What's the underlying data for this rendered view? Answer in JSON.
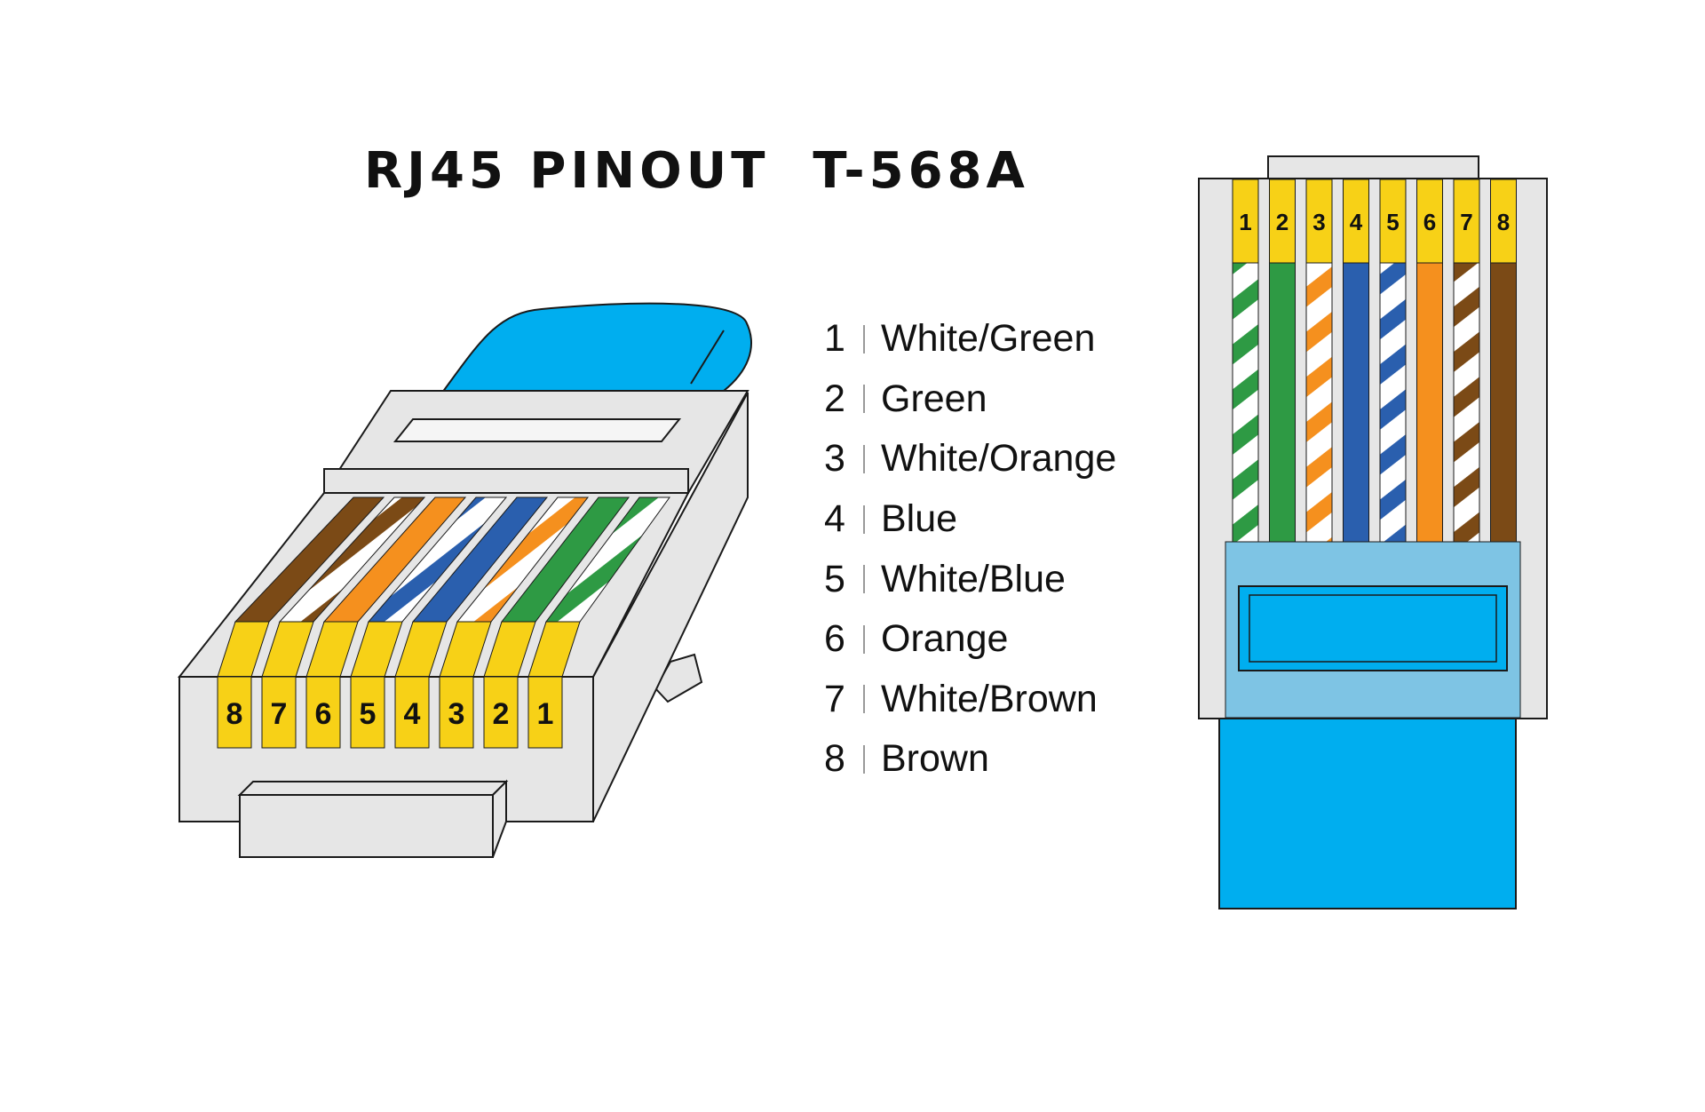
{
  "title": "RJ45 PINOUT  T-568A",
  "pins": [
    {
      "num": "1",
      "label": "White/Green",
      "color": "#2e9a44",
      "striped": true
    },
    {
      "num": "2",
      "label": "Green",
      "color": "#2e9a44",
      "striped": false
    },
    {
      "num": "3",
      "label": "White/Orange",
      "color": "#f5901e",
      "striped": true
    },
    {
      "num": "4",
      "label": "Blue",
      "color": "#2a5fae",
      "striped": false
    },
    {
      "num": "5",
      "label": "White/Blue",
      "color": "#2a5fae",
      "striped": true
    },
    {
      "num": "6",
      "label": "Orange",
      "color": "#f5901e",
      "striped": false
    },
    {
      "num": "7",
      "label": "White/Brown",
      "color": "#7b4a16",
      "striped": true
    },
    {
      "num": "8",
      "label": "Brown",
      "color": "#7b4a16",
      "striped": false
    }
  ],
  "colors": {
    "contact_gold": "#f7d117",
    "connector_body": "#e6e6e6",
    "cable_boot": "#00aeef",
    "boot_light": "#7ec4e4",
    "outline": "#1a1a1a"
  }
}
